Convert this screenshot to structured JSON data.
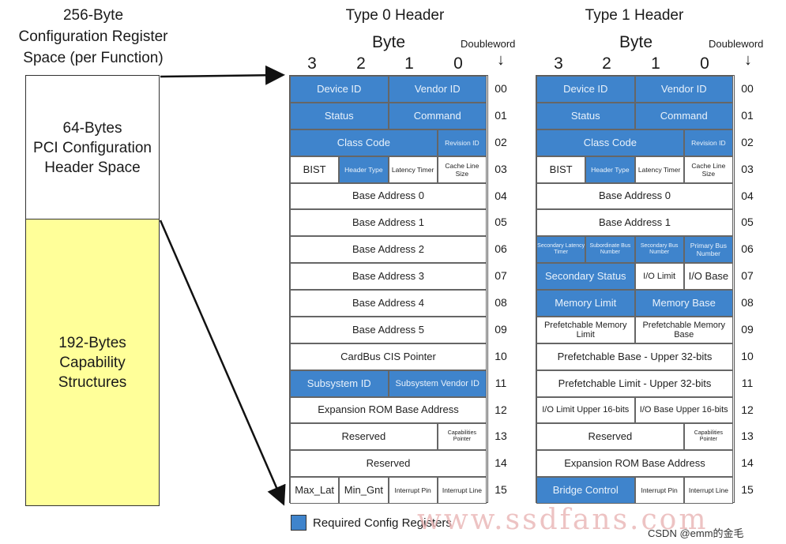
{
  "left": {
    "title_lines": [
      "256-Byte",
      "Configuration Register",
      "Space (per Function)"
    ],
    "header_box_lines": [
      "64-Bytes",
      "PCI Configuration",
      "Header Space"
    ],
    "cap_box_lines": [
      "192-Bytes",
      "Capability",
      "Structures"
    ]
  },
  "type0": {
    "title": "Type 0 Header",
    "byte_label": "Byte",
    "dw_label": "Doubleword",
    "byte_numbers": [
      "3",
      "2",
      "1",
      "0"
    ],
    "rows": [
      {
        "num": "00",
        "cells": [
          {
            "label": "Device ID",
            "span": 2,
            "req": true
          },
          {
            "label": "Vendor ID",
            "span": 2,
            "req": true
          }
        ]
      },
      {
        "num": "01",
        "cells": [
          {
            "label": "Status",
            "span": 2,
            "req": true
          },
          {
            "label": "Command",
            "span": 2,
            "req": true
          }
        ]
      },
      {
        "num": "02",
        "cells": [
          {
            "label": "Class Code",
            "span": 3,
            "req": true
          },
          {
            "label": "Revision ID",
            "span": 1,
            "req": true
          }
        ]
      },
      {
        "num": "03",
        "cells": [
          {
            "label": "BIST",
            "span": 1,
            "req": false
          },
          {
            "label": "Header Type",
            "span": 1,
            "req": true
          },
          {
            "label": "Latency Timer",
            "span": 1,
            "req": false
          },
          {
            "label": "Cache Line Size",
            "span": 1,
            "req": false
          }
        ]
      },
      {
        "num": "04",
        "cells": [
          {
            "label": "Base Address 0",
            "span": 4,
            "req": false
          }
        ]
      },
      {
        "num": "05",
        "cells": [
          {
            "label": "Base Address 1",
            "span": 4,
            "req": false
          }
        ]
      },
      {
        "num": "06",
        "cells": [
          {
            "label": "Base Address 2",
            "span": 4,
            "req": false
          }
        ]
      },
      {
        "num": "07",
        "cells": [
          {
            "label": "Base Address 3",
            "span": 4,
            "req": false
          }
        ]
      },
      {
        "num": "08",
        "cells": [
          {
            "label": "Base Address 4",
            "span": 4,
            "req": false
          }
        ]
      },
      {
        "num": "09",
        "cells": [
          {
            "label": "Base Address 5",
            "span": 4,
            "req": false
          }
        ]
      },
      {
        "num": "10",
        "cells": [
          {
            "label": "CardBus CIS Pointer",
            "span": 4,
            "req": false
          }
        ]
      },
      {
        "num": "11",
        "cells": [
          {
            "label": "Subsystem ID",
            "span": 2,
            "req": true
          },
          {
            "label": "Subsystem Vendor ID",
            "span": 2,
            "req": true
          }
        ]
      },
      {
        "num": "12",
        "cells": [
          {
            "label": "Expansion ROM Base Address",
            "span": 4,
            "req": false
          }
        ]
      },
      {
        "num": "13",
        "cells": [
          {
            "label": "Reserved",
            "span": 3,
            "req": false
          },
          {
            "label": "Capabilities Pointer",
            "span": 1,
            "req": false
          }
        ]
      },
      {
        "num": "14",
        "cells": [
          {
            "label": "Reserved",
            "span": 4,
            "req": false
          }
        ]
      },
      {
        "num": "15",
        "cells": [
          {
            "label": "Max_Lat",
            "span": 1,
            "req": false
          },
          {
            "label": "Min_Gnt",
            "span": 1,
            "req": false
          },
          {
            "label": "Interrupt Pin",
            "span": 1,
            "req": false
          },
          {
            "label": "Interrupt Line",
            "span": 1,
            "req": false
          }
        ]
      }
    ]
  },
  "type1": {
    "title": "Type 1 Header",
    "byte_label": "Byte",
    "dw_label": "Doubleword",
    "byte_numbers": [
      "3",
      "2",
      "1",
      "0"
    ],
    "rows": [
      {
        "num": "00",
        "cells": [
          {
            "label": "Device ID",
            "span": 2,
            "req": true
          },
          {
            "label": "Vendor ID",
            "span": 2,
            "req": true
          }
        ]
      },
      {
        "num": "01",
        "cells": [
          {
            "label": "Status",
            "span": 2,
            "req": true
          },
          {
            "label": "Command",
            "span": 2,
            "req": true
          }
        ]
      },
      {
        "num": "02",
        "cells": [
          {
            "label": "Class Code",
            "span": 3,
            "req": true
          },
          {
            "label": "Revision ID",
            "span": 1,
            "req": true
          }
        ]
      },
      {
        "num": "03",
        "cells": [
          {
            "label": "BIST",
            "span": 1,
            "req": false
          },
          {
            "label": "Header Type",
            "span": 1,
            "req": true
          },
          {
            "label": "Latency Timer",
            "span": 1,
            "req": false
          },
          {
            "label": "Cache Line Size",
            "span": 1,
            "req": false
          }
        ]
      },
      {
        "num": "04",
        "cells": [
          {
            "label": "Base Address 0",
            "span": 4,
            "req": false
          }
        ]
      },
      {
        "num": "05",
        "cells": [
          {
            "label": "Base Address 1",
            "span": 4,
            "req": false
          }
        ]
      },
      {
        "num": "06",
        "cells": [
          {
            "label": "Secondary Latency Timer",
            "span": 1,
            "req": true
          },
          {
            "label": "Subordinate Bus Number",
            "span": 1,
            "req": true
          },
          {
            "label": "Secondary Bus Number",
            "span": 1,
            "req": true
          },
          {
            "label": "Primary Bus Number",
            "span": 1,
            "req": true
          }
        ]
      },
      {
        "num": "07",
        "cells": [
          {
            "label": "Secondary Status",
            "span": 2,
            "req": true
          },
          {
            "label": "I/O Limit",
            "span": 1,
            "req": false
          },
          {
            "label": "I/O Base",
            "span": 1,
            "req": false
          }
        ]
      },
      {
        "num": "08",
        "cells": [
          {
            "label": "Memory Limit",
            "span": 2,
            "req": true
          },
          {
            "label": "Memory Base",
            "span": 2,
            "req": true
          }
        ]
      },
      {
        "num": "09",
        "cells": [
          {
            "label": "Prefetchable Memory Limit",
            "span": 2,
            "req": false
          },
          {
            "label": "Prefetchable Memory Base",
            "span": 2,
            "req": false
          }
        ]
      },
      {
        "num": "10",
        "cells": [
          {
            "label": "Prefetchable Base - Upper 32-bits",
            "span": 4,
            "req": false
          }
        ]
      },
      {
        "num": "11",
        "cells": [
          {
            "label": "Prefetchable Limit - Upper 32-bits",
            "span": 4,
            "req": false
          }
        ]
      },
      {
        "num": "12",
        "cells": [
          {
            "label": "I/O Limit Upper 16-bits",
            "span": 2,
            "req": false
          },
          {
            "label": "I/O Base Upper 16-bits",
            "span": 2,
            "req": false
          }
        ]
      },
      {
        "num": "13",
        "cells": [
          {
            "label": "Reserved",
            "span": 3,
            "req": false
          },
          {
            "label": "Capabilities Pointer",
            "span": 1,
            "req": false
          }
        ]
      },
      {
        "num": "14",
        "cells": [
          {
            "label": "Expansion ROM Base Address",
            "span": 4,
            "req": false
          }
        ]
      },
      {
        "num": "15",
        "cells": [
          {
            "label": "Bridge Control",
            "span": 2,
            "req": true
          },
          {
            "label": "Interrupt Pin",
            "span": 1,
            "req": false
          },
          {
            "label": "Interrupt Line",
            "span": 1,
            "req": false
          }
        ]
      }
    ]
  },
  "legend": {
    "label": "Required Config Registers"
  },
  "watermark": "www.ssdfans.com",
  "credit": "CSDN @emm的金毛",
  "colors": {
    "required": "#3f84cc",
    "capability": "#ffff99"
  }
}
